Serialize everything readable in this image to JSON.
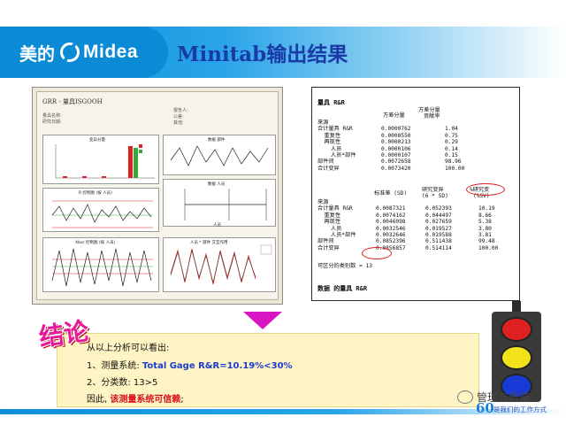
{
  "header": {
    "logo_cn": "美的",
    "logo_en": "Midea",
    "title": "Minitab输出结果",
    "brand_color": "#0b8ad6"
  },
  "minitab_panel": {
    "title": "GRR - 量具ISGOOH",
    "meta_left": [
      "量具名称:",
      "研究日期:"
    ],
    "meta_right": [
      "报告人:",
      "公差:",
      "其他:"
    ],
    "charts": {
      "components": "变异分量",
      "by_part": "数据  部件",
      "r_chart": "R 控制图 (按 人员)",
      "by_operator": "数据  人员",
      "xbar_chart": "Xbar 控制图 (按 人员)",
      "interaction": "人员 * 部件 交互作用",
      "operator_axis": "人员"
    }
  },
  "output": {
    "section_title": "量具 R&R",
    "table1_header_a": "方差分量",
    "table1_header_b": "方差分量",
    "table1_header_c": "贡献率",
    "table1_rows": [
      {
        "src": "来源",
        "a": "",
        "b": ""
      },
      {
        "src": "合计量具 R&R",
        "a": "0.0000762",
        "b": "1.04"
      },
      {
        "src": "  重复性",
        "a": "0.0000550",
        "b": "0.75"
      },
      {
        "src": "  再现性",
        "a": "0.0000213",
        "b": "0.29"
      },
      {
        "src": "    人员",
        "a": "0.0000106",
        "b": "0.14"
      },
      {
        "src": "    人员*部件",
        "a": "0.0000107",
        "b": "0.15"
      },
      {
        "src": "部件间",
        "a": "0.0072658",
        "b": "98.96"
      },
      {
        "src": "合计变异",
        "a": "0.0073420",
        "b": "100.00"
      }
    ],
    "table2_header_a": "标准差 (SD)",
    "table2_header_b": "研究变异",
    "table2_header_b2": "(6 * SD)",
    "table2_header_c": "%研究变",
    "table2_header_c2": "(%SV)",
    "table2_rows": [
      {
        "src": "来源",
        "a": "",
        "b": "",
        "c": ""
      },
      {
        "src": "合计量具 R&R",
        "a": "0.0087321",
        "b": "0.052393",
        "c": "10.19"
      },
      {
        "src": "  重复性",
        "a": "0.0074162",
        "b": "0.044497",
        "c": "8.66"
      },
      {
        "src": "  再现性",
        "a": "0.0046098",
        "b": "0.027659",
        "c": "5.38"
      },
      {
        "src": "    人员",
        "a": "0.0032546",
        "b": "0.019527",
        "c": "3.80"
      },
      {
        "src": "    人员*部件",
        "a": "0.0032646",
        "b": "0.019588",
        "c": "3.81"
      },
      {
        "src": "部件间",
        "a": "0.0852396",
        "b": "0.511438",
        "c": "99.48"
      },
      {
        "src": "合计变异",
        "a": "0.0856857",
        "b": "0.514114",
        "c": "100.00"
      }
    ],
    "distinct_categories": "可区分的类别数 = 13",
    "footer_title": "数据 的量具 R&R"
  },
  "conclusion": {
    "label": "结论",
    "line1": "从以上分析可以看出:",
    "line2_prefix": "1、测量系统: ",
    "line2_value": "Total Gage R&R=10.19%<30%",
    "line3": "2、分类数: 13>5",
    "line4_prefix": "因此, ",
    "line4_value": "该测量系统可信赖",
    "line4_suffix": ";"
  },
  "footer": {
    "page_number": "60",
    "watermark_title": "管理与质量",
    "watermark_sub": "是我们的工作方式"
  },
  "traffic_light": {
    "colors": [
      "#e02020",
      "#f2e21a",
      "#1a3ad8"
    ]
  }
}
